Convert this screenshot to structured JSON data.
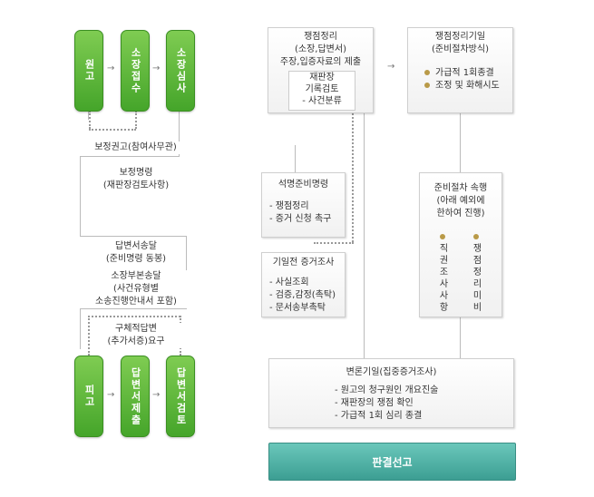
{
  "left": {
    "top_boxes": [
      "원고",
      "소장접수",
      "소장심사"
    ],
    "bottom_boxes": [
      "피고",
      "답변서제출",
      "답변서검토"
    ],
    "labels": {
      "correction_advice": "보정권고(참여사무관)",
      "correction_order_1": "보정명령",
      "correction_order_2": "(재판장검토사항)",
      "answer_delivery_1": "답변서송달",
      "answer_delivery_2": "(준비명령 동봉)",
      "complaint_delivery_1": "소장부본송달",
      "complaint_delivery_2": "(사건유형별",
      "complaint_delivery_3": "소송진행안내서 포함)",
      "specific_answer_1": "구체적답변",
      "specific_answer_2": "(추가서증)요구"
    }
  },
  "right": {
    "issue_arrangement": {
      "title_1": "쟁점정리",
      "title_2": "(소장,답변서)",
      "title_3": "주장,입증자료의 제출",
      "inner_1": "재판장",
      "inner_2": "기록검토",
      "inner_3": "- 사건분류"
    },
    "issue_date": {
      "title_1": "쟁점정리기일",
      "title_2": "(준비절차방식)",
      "items": [
        "가급적 1회종결",
        "조정 및 화해시도"
      ]
    },
    "clarification": {
      "title": "석명준비명령",
      "items": [
        "- 쟁점정리",
        "- 증거 신청 촉구"
      ]
    },
    "pre_evidence": {
      "title": "기일전 증거조사",
      "items": [
        "- 사실조회",
        "- 검증,감정(촉탁)",
        "- 문서송부촉탁"
      ]
    },
    "prep_procedure": {
      "title_1": "준비절차 속행",
      "title_2": "(아래 예외에",
      "title_3": "한하여 진행)",
      "col_1": "직권조사사항",
      "col_2": "쟁점정리미비"
    },
    "argument_date": {
      "title": "변론기일(집중증거조사)",
      "items": [
        "- 원고의 청구원인 개요진술",
        "- 재판장의 쟁점 확인",
        "- 가급적 1회 심리 종결"
      ]
    },
    "verdict": "판결선고"
  }
}
